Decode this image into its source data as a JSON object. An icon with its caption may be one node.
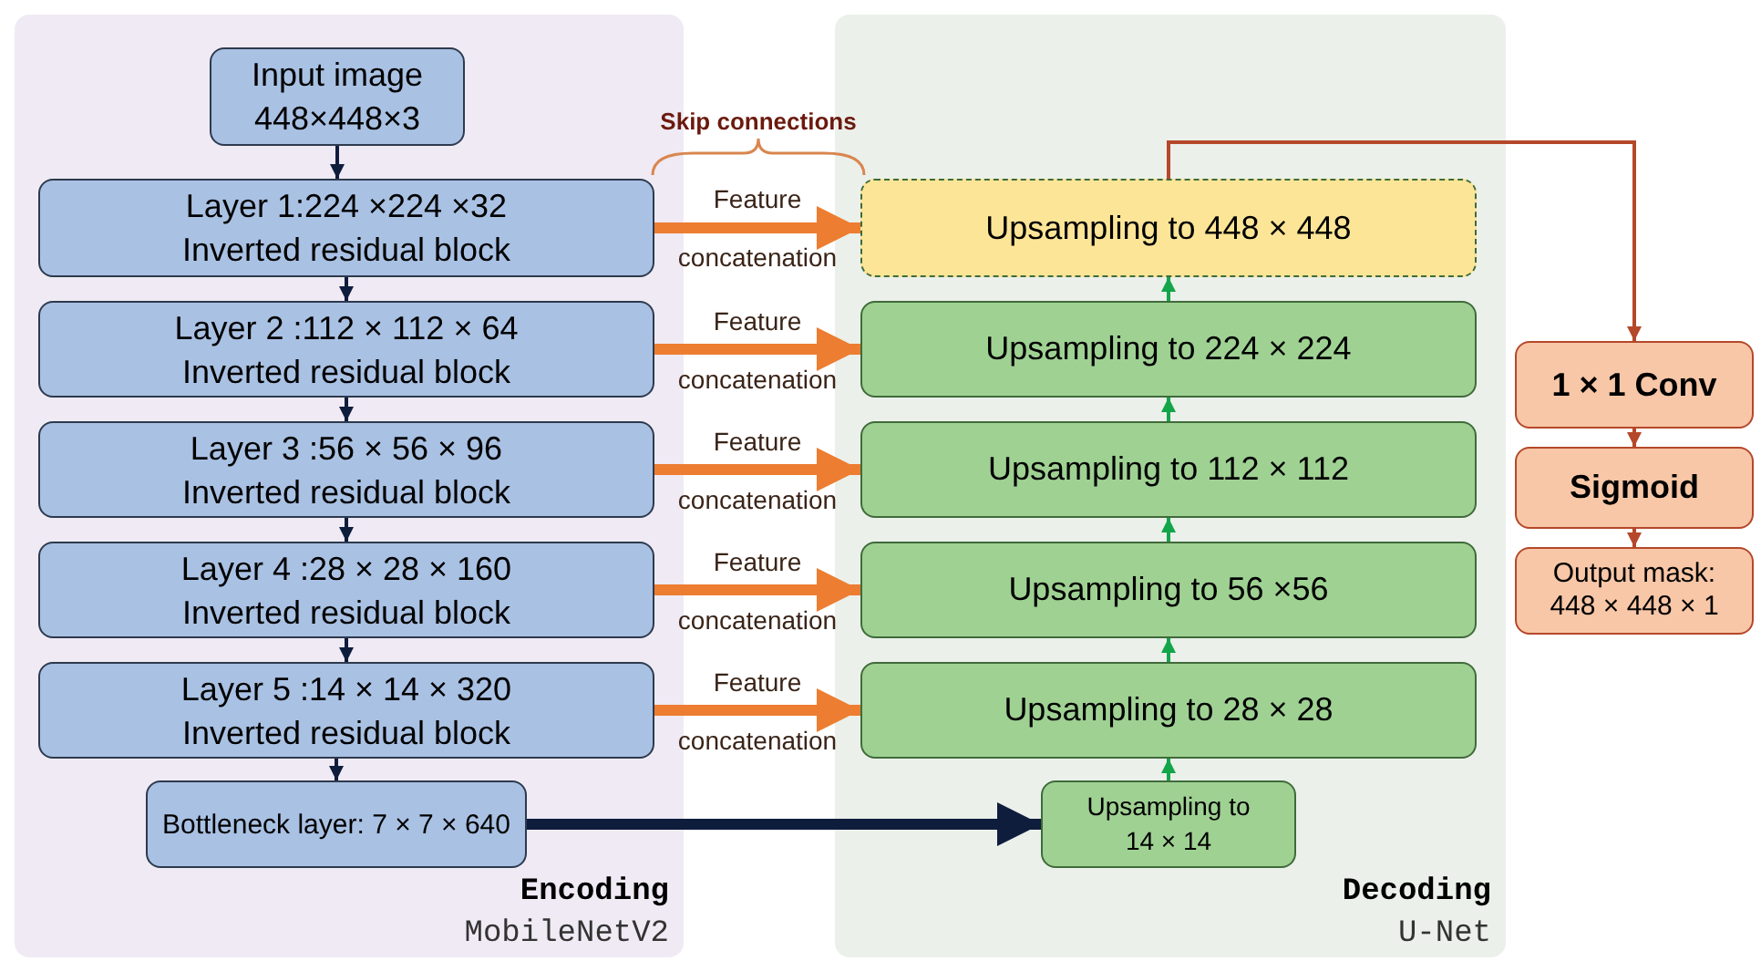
{
  "diagram": {
    "nodes": [
      {
        "text": [
          "Encoding",
          "MobileNetV2"
        ]
      },
      {
        "text": [
          "Decoding",
          "U-Net"
        ]
      },
      {
        "text": [
          "Input image 448×448×3"
        ],
        "in": 0
      },
      {
        "text": [
          "Layer 1:224 ×224 ×32",
          "Inverted residual block"
        ],
        "in": 0
      },
      {
        "text": [
          "Layer 2 :112 × 112 × 64",
          "Inverted residual block"
        ],
        "in": 0
      },
      {
        "text": [
          "Layer 3 :56 × 56 × 96",
          "Inverted residual block"
        ],
        "in": 0
      },
      {
        "text": [
          "Layer 4 :28 × 28 × 160",
          "Inverted residual block"
        ],
        "in": 0
      },
      {
        "text": [
          "Layer 5 :14 × 14 × 320",
          "Inverted residual block"
        ],
        "in": 0
      },
      {
        "text": [
          "Bottleneck layer: 7 × 7 × 640"
        ],
        "in": 0
      },
      {
        "text": [
          "Upsampling to 448 × 448"
        ],
        "in": 1
      },
      {
        "text": [
          "Upsampling to 224 × 224"
        ],
        "in": 1
      },
      {
        "text": [
          "Upsampling to 112 × 112"
        ],
        "in": 1
      },
      {
        "text": [
          "Upsampling to 56 ×56"
        ],
        "in": 1
      },
      {
        "text": [
          "Upsampling to 28 × 28"
        ],
        "in": 1
      },
      {
        "text": [
          "Upsampling to 14 × 14"
        ],
        "in": 1
      },
      {
        "text": [
          "1 × 1 Conv"
        ]
      },
      {
        "text": [
          "Sigmoid"
        ]
      },
      {
        "text": [
          "Output mask: 448 × 448 × 1"
        ]
      }
    ],
    "edges": [
      {
        "from": 2,
        "to": 3,
        "arrow": "to"
      },
      {
        "from": 3,
        "to": 4,
        "arrow": "to"
      },
      {
        "from": 4,
        "to": 5,
        "arrow": "to"
      },
      {
        "from": 5,
        "to": 6,
        "arrow": "to"
      },
      {
        "from": 6,
        "to": 7,
        "arrow": "to"
      },
      {
        "from": 7,
        "to": 8,
        "arrow": "to"
      },
      {
        "from": 3,
        "to": 9,
        "arrow": "to",
        "label": "Feature concatenation",
        "style": "thick",
        "color": "#ed7d31"
      },
      {
        "from": 4,
        "to": 10,
        "arrow": "to",
        "label": "Feature concatenation",
        "style": "thick",
        "color": "#ed7d31"
      },
      {
        "from": 5,
        "to": 11,
        "arrow": "to",
        "label": "Feature concatenation",
        "style": "thick",
        "color": "#ed7d31"
      },
      {
        "from": 6,
        "to": 12,
        "arrow": "to",
        "label": "Feature concatenation",
        "style": "thick",
        "color": "#ed7d31"
      },
      {
        "from": 7,
        "to": 13,
        "arrow": "to",
        "label": "Feature concatenation",
        "style": "thick",
        "color": "#ed7d31"
      },
      {
        "from": 8,
        "to": 14,
        "arrow": "to",
        "style": "thick"
      },
      {
        "from": 14,
        "to": 13,
        "arrow": "to",
        "color": "#13a54a"
      },
      {
        "from": 13,
        "to": 12,
        "arrow": "to",
        "color": "#13a54a"
      },
      {
        "from": 12,
        "to": 11,
        "arrow": "to",
        "color": "#13a54a"
      },
      {
        "from": 11,
        "to": 10,
        "arrow": "to",
        "color": "#13a54a"
      },
      {
        "from": 10,
        "to": 9,
        "arrow": "to",
        "color": "#13a54a"
      },
      {
        "from": 9,
        "to": 15,
        "arrow": "to",
        "color": "#b5482a"
      },
      {
        "from": 15,
        "to": 16,
        "arrow": "to",
        "color": "#b5482a"
      },
      {
        "from": 16,
        "to": 17,
        "arrow": "to",
        "color": "#b5482a"
      }
    ],
    "labels": [
      "Skip connections"
    ]
  }
}
